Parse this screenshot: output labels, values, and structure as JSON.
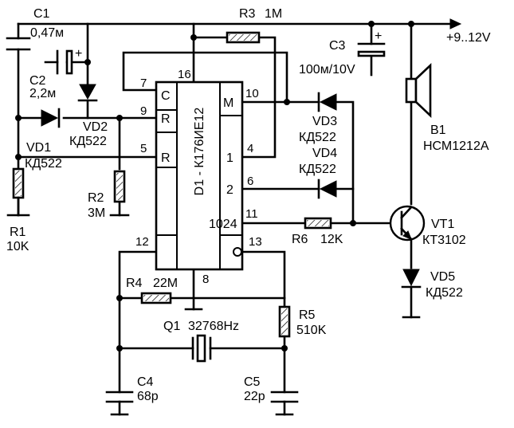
{
  "supply": {
    "label": "+9..12V"
  },
  "chip": {
    "name": "D1 - К176ИЕ12",
    "left_pins": [
      "C",
      "R",
      "R"
    ],
    "right_pins": [
      "M",
      "1",
      "2",
      "1024"
    ],
    "pin_numbers": {
      "p7": "7",
      "p16": "16",
      "p9": "9",
      "p5": "5",
      "p10": "10",
      "p4": "4",
      "p6": "6",
      "p11": "11",
      "p12": "12",
      "p8": "8",
      "p13": "13"
    }
  },
  "components": {
    "C1": {
      "ref": "C1",
      "value": "0,47м"
    },
    "C2": {
      "ref": "C2",
      "value": "2,2м",
      "polarity": "+"
    },
    "C3": {
      "ref": "C3",
      "value": "100м/10V",
      "polarity": "+"
    },
    "C4": {
      "ref": "C4",
      "value": "68р"
    },
    "C5": {
      "ref": "C5",
      "value": "22р"
    },
    "R1": {
      "ref": "R1",
      "value": "10K"
    },
    "R2": {
      "ref": "R2",
      "value": "3M"
    },
    "R3": {
      "ref": "R3",
      "value": "1M"
    },
    "R4": {
      "ref": "R4",
      "value": "22M"
    },
    "R5": {
      "ref": "R5",
      "value": "510K"
    },
    "R6": {
      "ref": "R6",
      "value": "12K"
    },
    "VD1": {
      "ref": "VD1",
      "value": "КД522"
    },
    "VD2": {
      "ref": "VD2",
      "value": "КД522"
    },
    "VD3": {
      "ref": "VD3",
      "value": "КД522"
    },
    "VD4": {
      "ref": "VD4",
      "value": "КД522"
    },
    "VD5": {
      "ref": "VD5",
      "value": "КД522"
    },
    "VT1": {
      "ref": "VT1",
      "value": "КТ3102"
    },
    "B1": {
      "ref": "B1",
      "value": "НСМ1212А"
    },
    "Q1": {
      "ref": "Q1",
      "value": "32768Hz"
    }
  }
}
